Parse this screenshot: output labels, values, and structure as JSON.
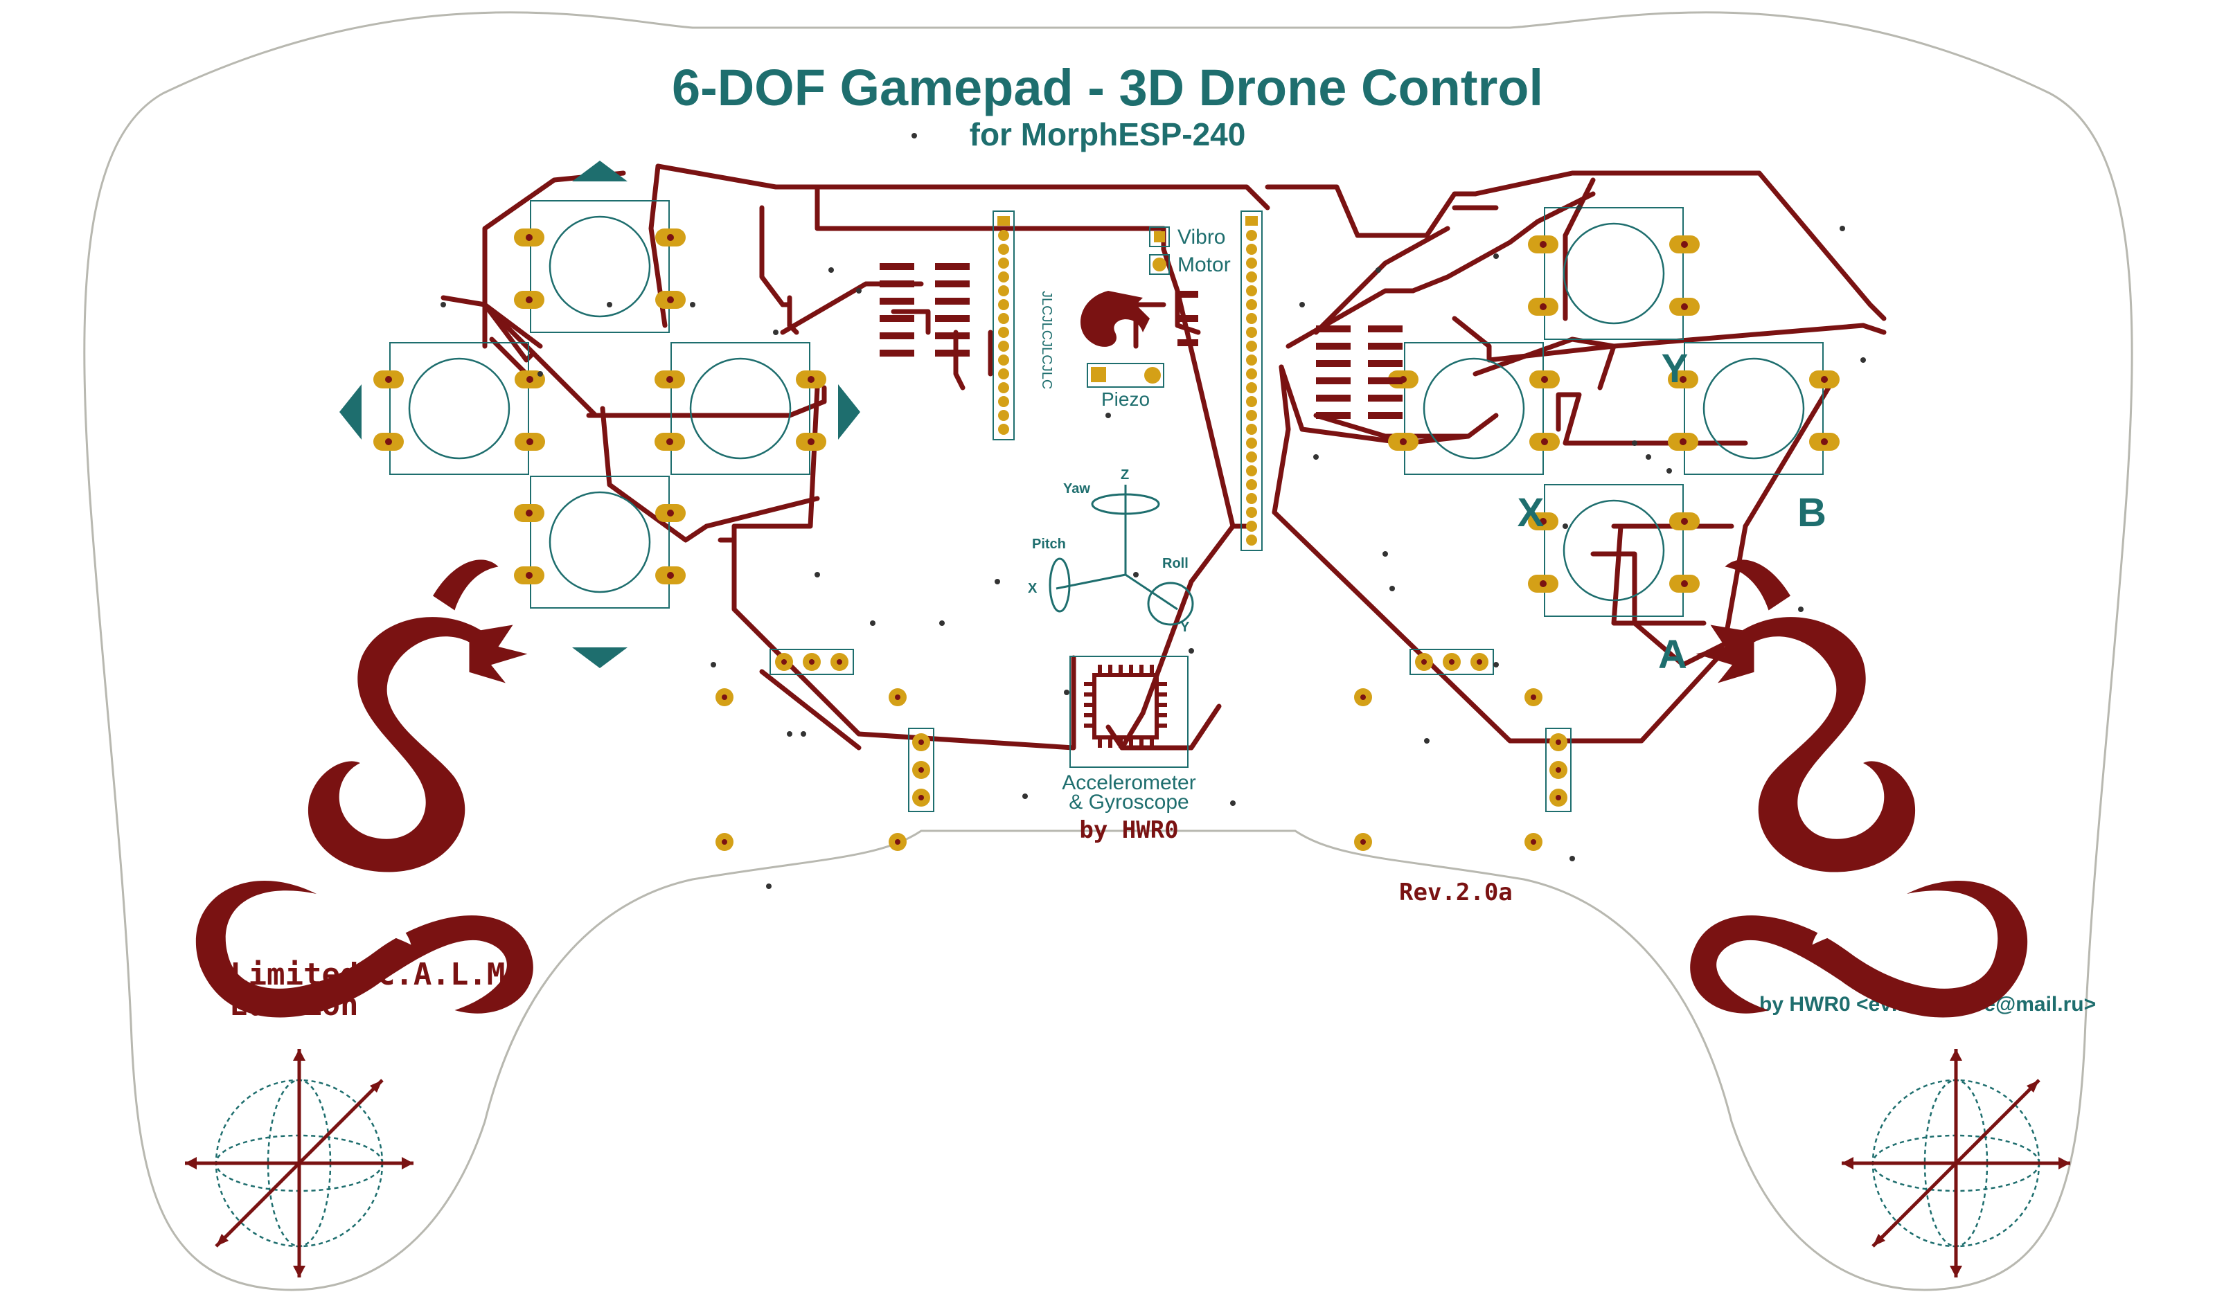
{
  "board": {
    "title": "6-DOF Gamepad - 3D Drone Control",
    "subtitle": "for MorphESP-240",
    "revision": "Rev.2.0a",
    "edition_line1": "Limited C.A.L.M.",
    "edition_line2": "Edition",
    "author_credit": "by HWR0 <evilhardware@mail.ru>",
    "center_credit": "by HWR0",
    "silk_vertical": "JLCJLCJLCJLC"
  },
  "components": {
    "vibro_line1": "Vibro",
    "vibro_line2": "Motor",
    "piezo": "Piezo",
    "imu_line1": "Accelerometer",
    "imu_line2": "& Gyroscope"
  },
  "axes": {
    "yaw": "Yaw",
    "pitch": "Pitch",
    "roll": "Roll",
    "x": "X",
    "y": "Y",
    "z": "Z"
  },
  "buttons": {
    "x": "X",
    "y": "Y",
    "a": "A",
    "b": "B"
  },
  "colors": {
    "copper_trace": "#7a1212",
    "pad_gold": "#d4a017",
    "silkscreen_teal": "#1e6e6e",
    "outline": "#b8b8b0",
    "logo_red": "#7a1212"
  }
}
